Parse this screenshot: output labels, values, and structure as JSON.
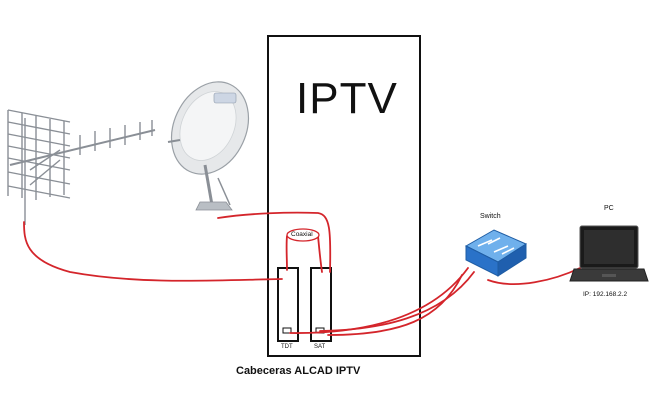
{
  "title": "IPTV",
  "caption": "Cabeceras ALCAD IPTV",
  "labels": {
    "coaxial": "Coaxial",
    "tdt": "TDT",
    "sat": "SAT",
    "switch": "Switch",
    "pc": "PC",
    "ip": "IP: 192.168.2.2"
  },
  "colors": {
    "cable": "#d4252b",
    "switch_blue": "#2a72c8",
    "outline": "#111111"
  },
  "icons": [
    "terrestrial-antenna-icon",
    "satellite-dish-icon",
    "network-switch-icon",
    "laptop-icon"
  ]
}
